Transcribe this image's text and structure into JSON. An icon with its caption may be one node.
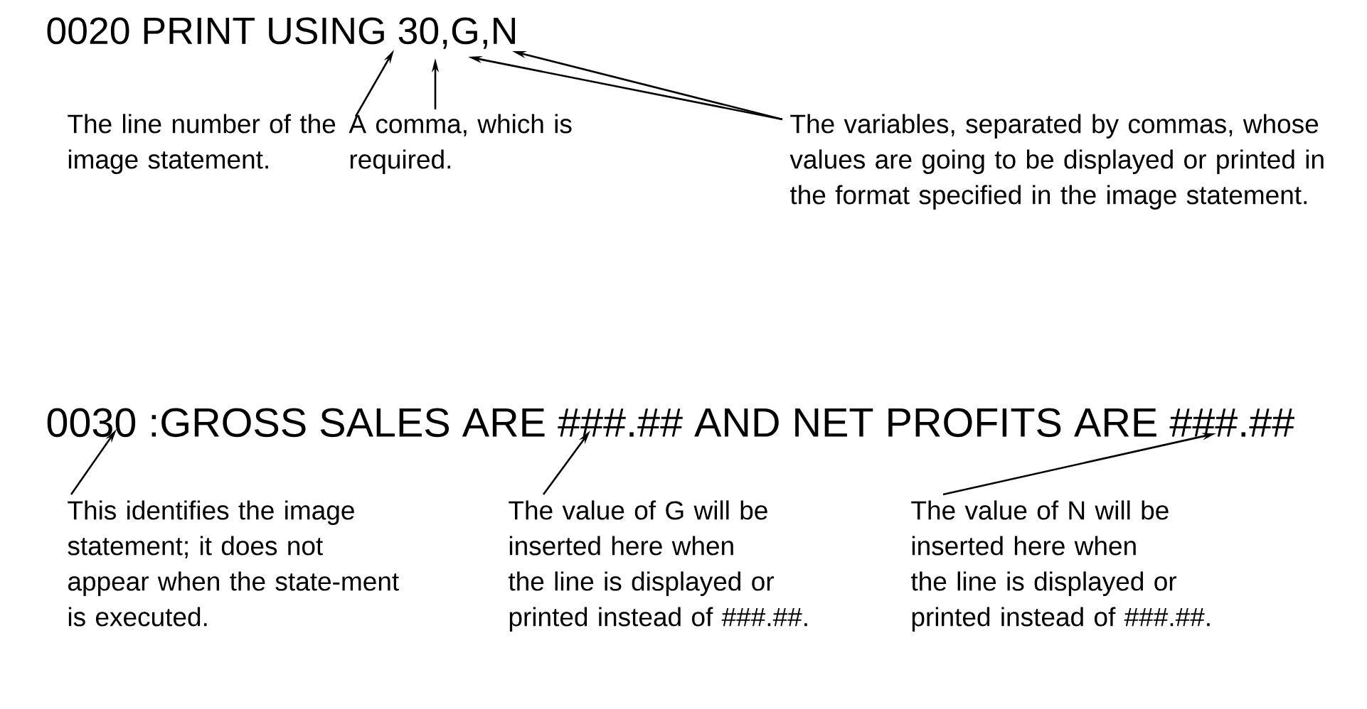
{
  "diagram": {
    "nodes": [
      {
        "text": [
          "0020 PRINT USING 30,G,N"
        ]
      },
      {
        "text": [
          "The line number of the image statement."
        ]
      },
      {
        "text": [
          "A comma, which is required."
        ]
      },
      {
        "text": [
          "The variables, separated by commas, whose values are going to be displayed or printed in the format specified in the image statement."
        ]
      },
      {
        "text": [
          "0030 :GROSS SALES ARE ###.## AND NET PROFITS ARE ###.##"
        ]
      },
      {
        "text": [
          "This identifies the image statement; it does not appear when the state-ment is executed."
        ]
      },
      {
        "text": [
          "The value of G will be inserted here when the line is displayed or printed instead of ###.##."
        ]
      },
      {
        "text": [
          "The value of N will be inserted here when the line is displayed or printed instead of ###.##."
        ]
      }
    ],
    "edges": [
      {
        "from": 1,
        "to": 0,
        "arrow": "to"
      },
      {
        "from": 2,
        "to": 0,
        "arrow": "to"
      },
      {
        "from": 3,
        "to": 0,
        "arrow": "to"
      },
      {
        "from": 3,
        "to": 0,
        "arrow": "to"
      },
      {
        "from": 5,
        "to": 4,
        "arrow": "to"
      },
      {
        "from": 6,
        "to": 4,
        "arrow": "to"
      },
      {
        "from": 7,
        "to": 4,
        "arrow": "to"
      }
    ]
  }
}
